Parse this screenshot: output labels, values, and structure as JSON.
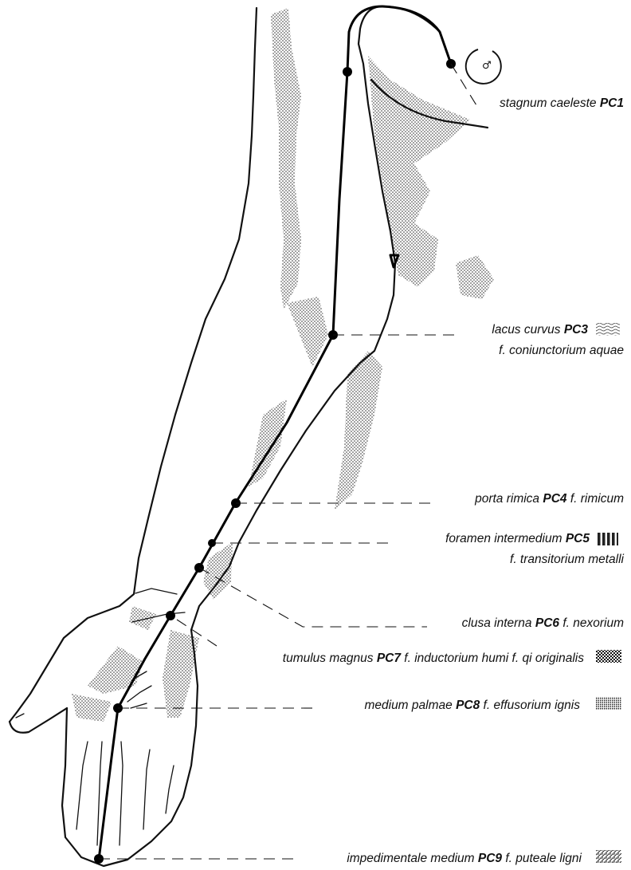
{
  "points": [
    {
      "id": "PC1",
      "name": "stagnum caeleste",
      "code": "PC1",
      "extra": "",
      "second_line": "",
      "swatch": "none"
    },
    {
      "id": "PC3",
      "name": "lacus curvus",
      "code": "PC3",
      "extra": "",
      "second_line": "f. coniunctorium aquae",
      "swatch": "water"
    },
    {
      "id": "PC4",
      "name": "porta rimica",
      "code": "PC4",
      "extra": "f. rimicum",
      "second_line": "",
      "swatch": "none"
    },
    {
      "id": "PC5",
      "name": "foramen intermedium",
      "code": "PC5",
      "extra": "",
      "second_line": "f. transitorium metalli",
      "swatch": "metal"
    },
    {
      "id": "PC6",
      "name": "clusa interna",
      "code": "PC6",
      "extra": "f. nexorium",
      "second_line": "",
      "swatch": "none"
    },
    {
      "id": "PC7",
      "name": "tumulus magnus",
      "code": "PC7",
      "extra": "f. inductorium humi f. qi originalis",
      "second_line": "",
      "swatch": "earth"
    },
    {
      "id": "PC8",
      "name": "medium palmae",
      "code": "PC8",
      "extra": "f. effusorium ignis",
      "second_line": "",
      "swatch": "fire"
    },
    {
      "id": "PC9",
      "name": "impedimentale medium",
      "code": "PC9",
      "extra": "f. puteale ligni",
      "second_line": "",
      "swatch": "wood"
    }
  ],
  "symbols": {
    "male_glyph": "♂"
  }
}
